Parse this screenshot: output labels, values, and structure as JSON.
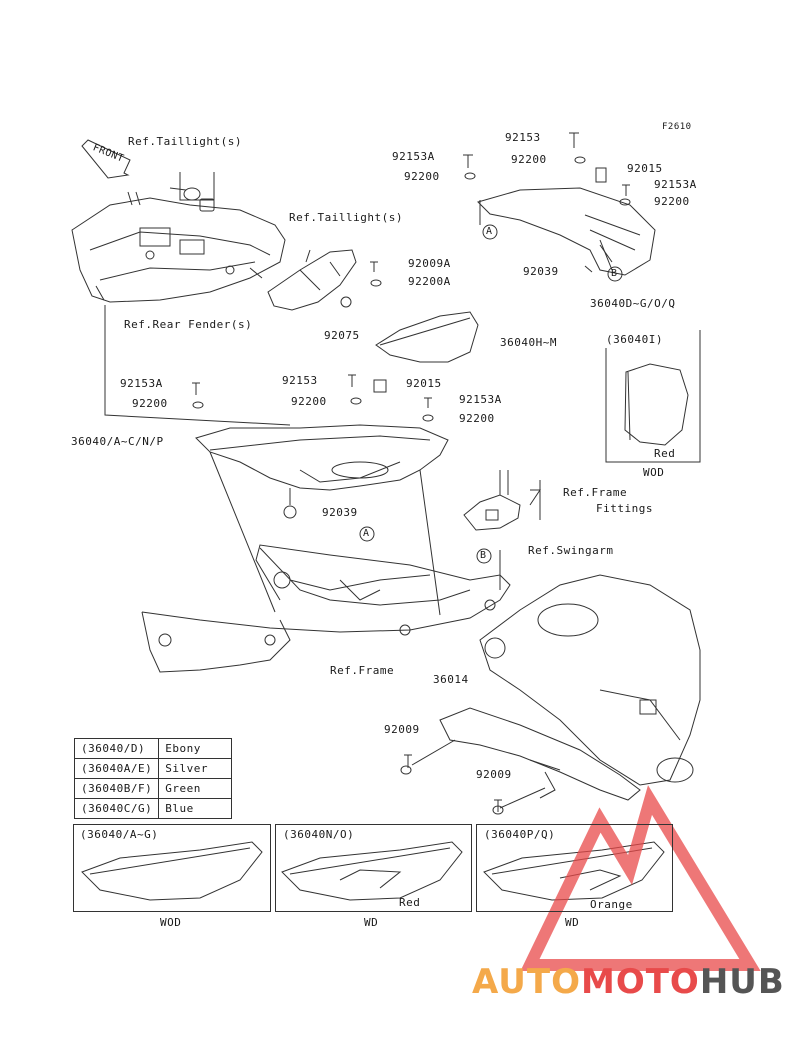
{
  "figure_code": "F2610",
  "refs": {
    "taillight_1": "Ref.Taillight(s)",
    "taillight_2": "Ref.Taillight(s)",
    "rear_fender": "Ref.Rear Fender(s)",
    "frame_fittings_1": "Ref.Frame",
    "frame_fittings_2": "Fittings",
    "swingarm": "Ref.Swingarm",
    "frame": "Ref.Frame"
  },
  "front_arrow": "FRONT",
  "parts": {
    "p92153_top": "92153",
    "p92153A_top": "92153A",
    "p92200_top_r": "92200",
    "p92200_top_l": "92200",
    "p92015_top": "92015",
    "p92153A_r": "92153A",
    "p92200_r": "92200",
    "p92039_top": "92039",
    "p36040D": "36040D~G/O/Q",
    "p92009A": "92009A",
    "p92200A": "92200A",
    "p92075": "92075",
    "p36040H": "36040H~M",
    "p36040I": "(36040I)",
    "p92153A_mid": "92153A",
    "p92200_mid": "92200",
    "p36040A": "36040/A~C/N/P",
    "p92153_mid": "92153",
    "p92015_mid": "92015",
    "p92200_mid2": "92200",
    "p92153A_mid_r": "92153A",
    "p92200_mid_r": "92200",
    "p92039_mid": "92039",
    "p36014": "36014",
    "p92009_a": "92009",
    "p92009_b": "92009"
  },
  "callouts": {
    "a_top": "A",
    "b_top": "B",
    "a_mid": "A",
    "b_mid": "B"
  },
  "inset_i": {
    "color": "Red",
    "tag": "WOD"
  },
  "color_table": [
    {
      "code": "(36040/D)",
      "color": "Ebony"
    },
    {
      "code": "(36040A/E)",
      "color": "Silver"
    },
    {
      "code": "(36040B/F)",
      "color": "Green"
    },
    {
      "code": "(36040C/G)",
      "color": "Blue"
    }
  ],
  "variants": [
    {
      "code": "(36040/A~G)",
      "note": "",
      "tag": "WOD"
    },
    {
      "code": "(36040N/O)",
      "note": "Red",
      "tag": "WD"
    },
    {
      "code": "(36040P/Q)",
      "note": "Orange",
      "tag": "WD"
    }
  ],
  "watermark": {
    "part1": "AUTO",
    "part2": "MOTO",
    "part3": "HUB"
  },
  "colors": {
    "line": "#333333",
    "watermark_red": "#e84a4a",
    "watermark_orange": "#f4a94a",
    "watermark_gray": "#555555"
  }
}
